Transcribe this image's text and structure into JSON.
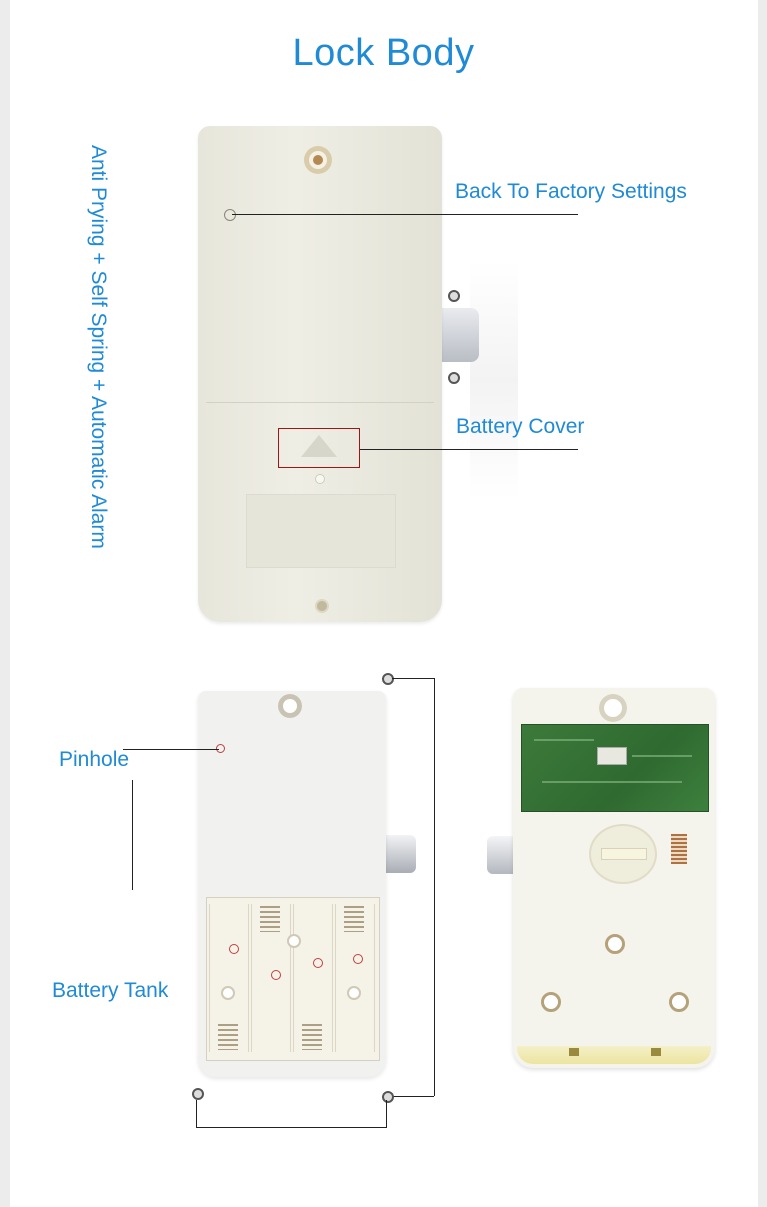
{
  "title": "Lock Body",
  "features_text": "Anti Prying + Self Spring + Automatic Alarm",
  "callouts": {
    "factory_reset": "Back To Factory Settings",
    "battery_cover": "Battery Cover",
    "pinhole": "Pinhole",
    "battery_tank": "Battery Tank"
  },
  "colors": {
    "accent": "#1f8ad6",
    "background": "#ffffff"
  }
}
